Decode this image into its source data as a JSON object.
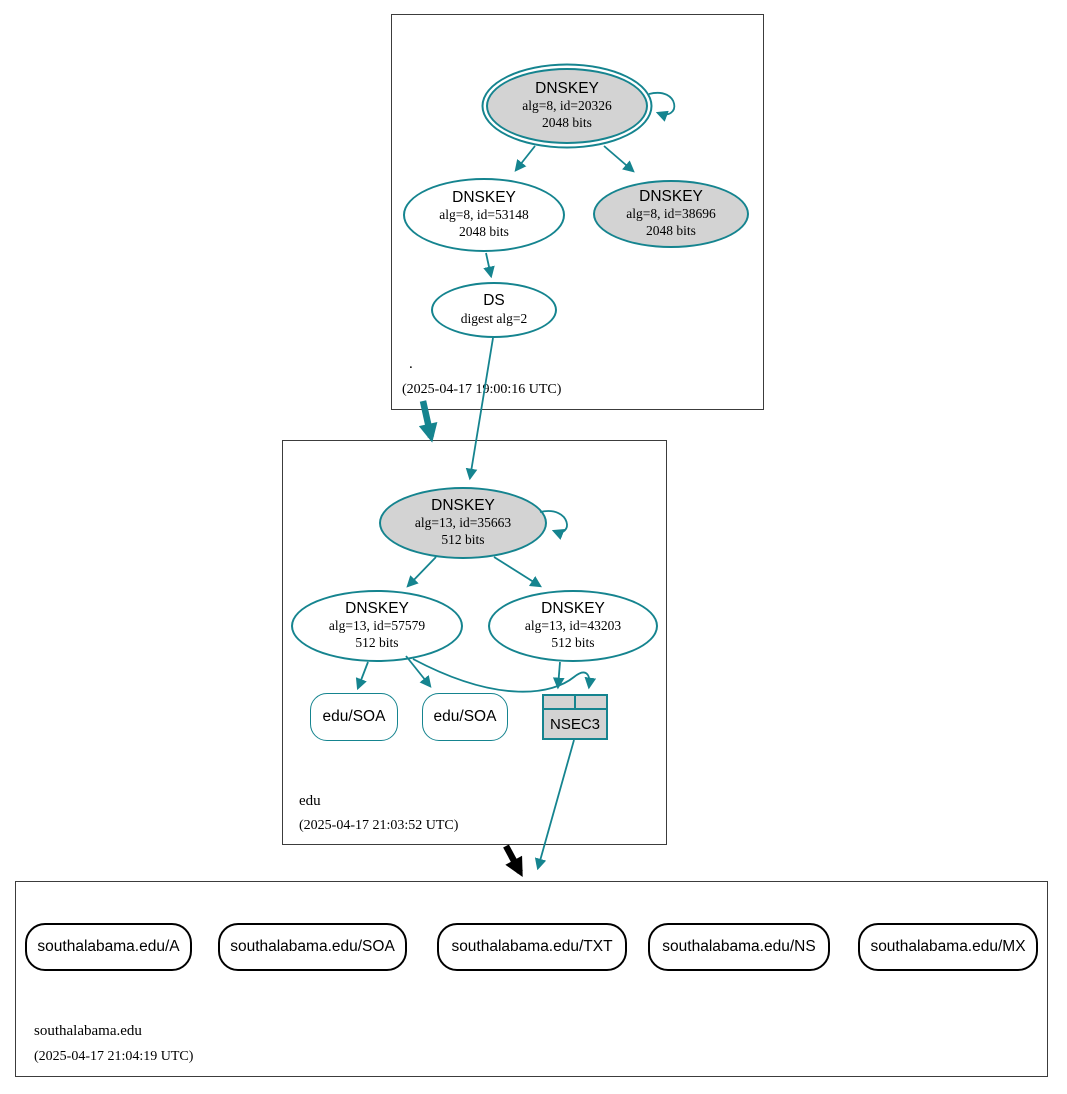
{
  "colors": {
    "secure": "#15848f",
    "node_fill_gray": "#d3d3d3",
    "insecure_black": "#000000"
  },
  "zones": {
    "root": {
      "name": ".",
      "timestamp": "(2025-04-17 19:00:16 UTC)",
      "nodes": {
        "ksk": {
          "title": "DNSKEY",
          "detail": "alg=8, id=20326",
          "bits": "2048 bits"
        },
        "zsk": {
          "title": "DNSKEY",
          "detail": "alg=8, id=53148",
          "bits": "2048 bits"
        },
        "key38696": {
          "title": "DNSKEY",
          "detail": "alg=8, id=38696",
          "bits": "2048 bits"
        },
        "ds": {
          "title": "DS",
          "detail": "digest alg=2"
        }
      }
    },
    "edu": {
      "name": "edu",
      "timestamp": "(2025-04-17 21:03:52 UTC)",
      "nodes": {
        "ksk": {
          "title": "DNSKEY",
          "detail": "alg=13, id=35663",
          "bits": "512 bits"
        },
        "zsk1": {
          "title": "DNSKEY",
          "detail": "alg=13, id=57579",
          "bits": "512 bits"
        },
        "zsk2": {
          "title": "DNSKEY",
          "detail": "alg=13, id=43203",
          "bits": "512 bits"
        },
        "soa1": {
          "label": "edu/SOA"
        },
        "soa2": {
          "label": "edu/SOA"
        },
        "nsec3": {
          "label": "NSEC3"
        }
      }
    },
    "southalabama": {
      "name": "southalabama.edu",
      "timestamp": "(2025-04-17 21:04:19 UTC)",
      "nodes": {
        "a": {
          "label": "southalabama.edu/A"
        },
        "soa": {
          "label": "southalabama.edu/SOA"
        },
        "txt": {
          "label": "southalabama.edu/TXT"
        },
        "ns": {
          "label": "southalabama.edu/NS"
        },
        "mx": {
          "label": "southalabama.edu/MX"
        }
      }
    }
  }
}
